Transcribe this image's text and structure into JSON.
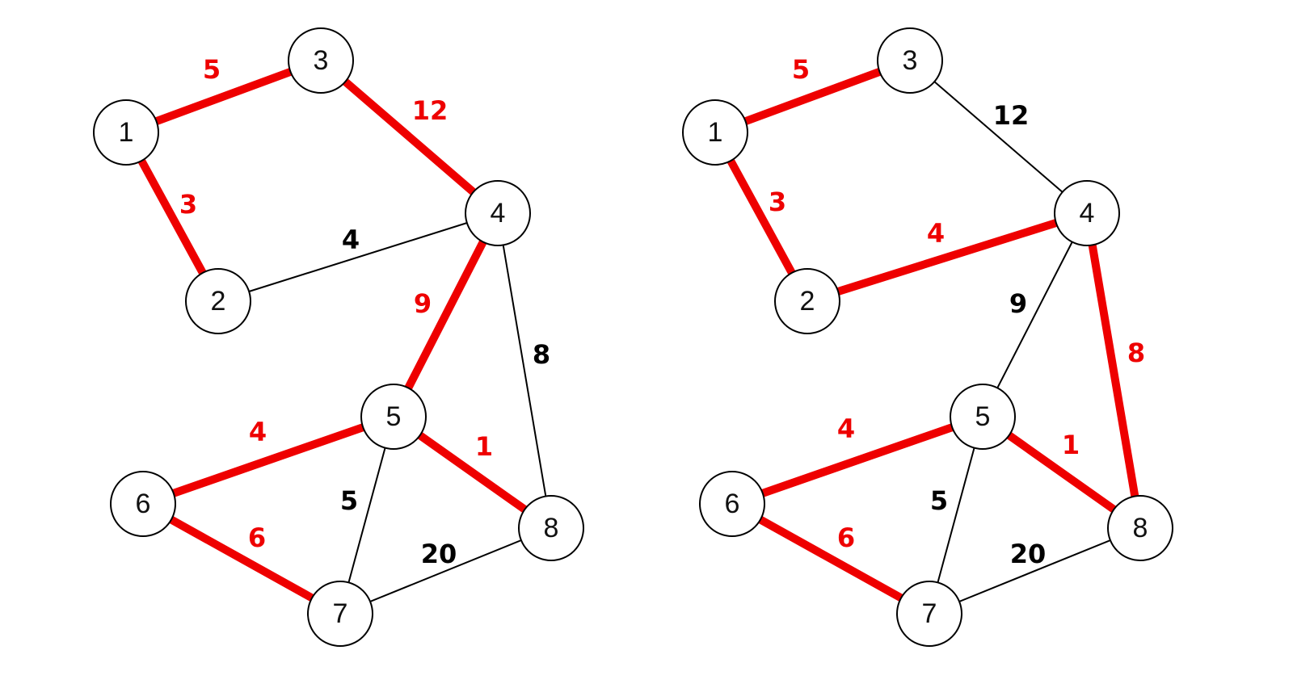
{
  "colors": {
    "highlight": "#ee0000",
    "normal": "#000000",
    "node_fill": "#ffffff"
  },
  "graphs": [
    {
      "nodes": [
        "1",
        "2",
        "3",
        "4",
        "5",
        "6",
        "7",
        "8"
      ],
      "edges": [
        {
          "from": "1",
          "to": "3",
          "weight": "5",
          "highlighted": true
        },
        {
          "from": "1",
          "to": "2",
          "weight": "3",
          "highlighted": true
        },
        {
          "from": "3",
          "to": "4",
          "weight": "12",
          "highlighted": true
        },
        {
          "from": "2",
          "to": "4",
          "weight": "4",
          "highlighted": false
        },
        {
          "from": "4",
          "to": "5",
          "weight": "9",
          "highlighted": true
        },
        {
          "from": "4",
          "to": "8",
          "weight": "8",
          "highlighted": false
        },
        {
          "from": "5",
          "to": "6",
          "weight": "4",
          "highlighted": true
        },
        {
          "from": "5",
          "to": "8",
          "weight": "1",
          "highlighted": true
        },
        {
          "from": "5",
          "to": "7",
          "weight": "5",
          "highlighted": false
        },
        {
          "from": "6",
          "to": "7",
          "weight": "6",
          "highlighted": true
        },
        {
          "from": "7",
          "to": "8",
          "weight": "20",
          "highlighted": false
        }
      ]
    },
    {
      "nodes": [
        "1",
        "2",
        "3",
        "4",
        "5",
        "6",
        "7",
        "8"
      ],
      "edges": [
        {
          "from": "1",
          "to": "3",
          "weight": "5",
          "highlighted": true
        },
        {
          "from": "1",
          "to": "2",
          "weight": "3",
          "highlighted": true
        },
        {
          "from": "3",
          "to": "4",
          "weight": "12",
          "highlighted": false
        },
        {
          "from": "2",
          "to": "4",
          "weight": "4",
          "highlighted": true
        },
        {
          "from": "4",
          "to": "5",
          "weight": "9",
          "highlighted": false
        },
        {
          "from": "4",
          "to": "8",
          "weight": "8",
          "highlighted": true
        },
        {
          "from": "5",
          "to": "6",
          "weight": "4",
          "highlighted": true
        },
        {
          "from": "5",
          "to": "8",
          "weight": "1",
          "highlighted": true
        },
        {
          "from": "5",
          "to": "7",
          "weight": "5",
          "highlighted": false
        },
        {
          "from": "6",
          "to": "7",
          "weight": "6",
          "highlighted": true
        },
        {
          "from": "7",
          "to": "8",
          "weight": "20",
          "highlighted": false
        }
      ]
    }
  ]
}
